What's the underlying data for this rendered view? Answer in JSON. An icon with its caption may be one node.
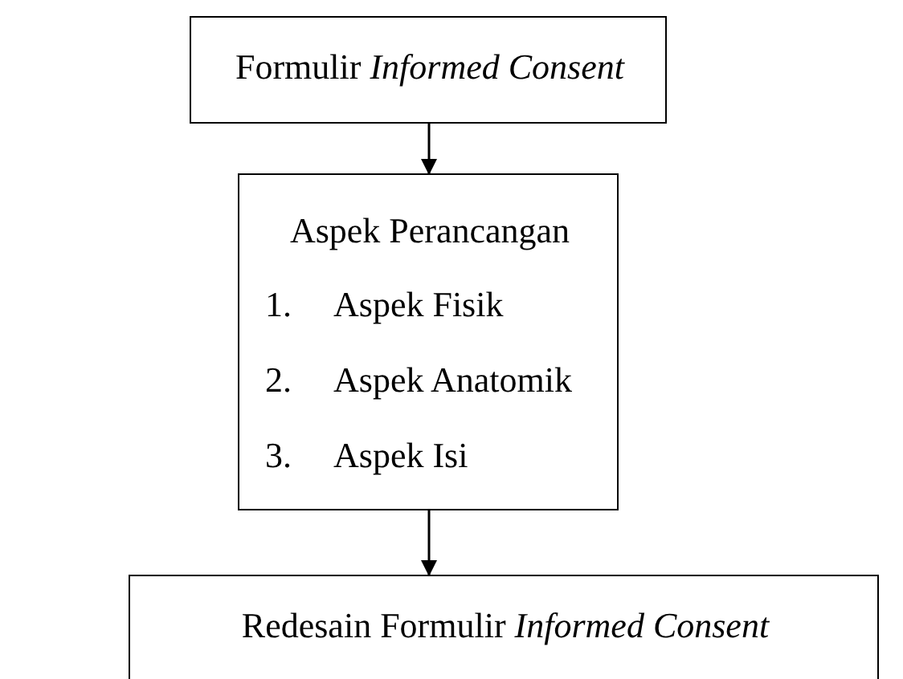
{
  "diagram": {
    "nodes": [
      {
        "text": [
          "Formulir *Informed Consent*"
        ]
      },
      {
        "text": [
          "Aspek Perancangan",
          "1. Aspek Fisik",
          "2. Aspek Anatomik",
          "3. Aspek Isi"
        ]
      },
      {
        "text": [
          "Redesain Formulir *Informed Consent*"
        ]
      }
    ],
    "edges": [
      {
        "from": 0,
        "to": 1,
        "arrow": "to"
      },
      {
        "from": 1,
        "to": 2,
        "arrow": "to"
      }
    ]
  }
}
